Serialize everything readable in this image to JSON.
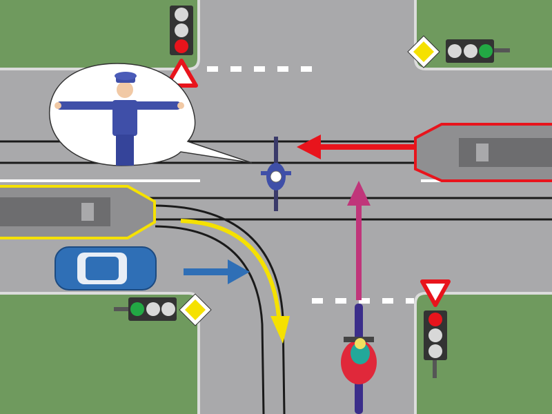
{
  "scene": {
    "type": "intersection-diagram",
    "colors": {
      "grass": "#6f9a5e",
      "road": "#a9a9ab",
      "curb": "#d8d8d8",
      "track": "#1a1a1a",
      "tram_highlight_red": "#e8141c",
      "tram_highlight_yellow": "#f5e100",
      "car": "#2f6fb6",
      "arrow_blue": "#2f6fb6",
      "arrow_red": "#e8141c",
      "arrow_magenta": "#c0357a"
    },
    "traffic_lights": [
      {
        "position": "top-left",
        "lit": "red"
      },
      {
        "position": "top-right",
        "lit": "green"
      },
      {
        "position": "bottom-left",
        "lit": "green"
      },
      {
        "position": "bottom-right",
        "lit": "red"
      }
    ],
    "signs": [
      {
        "position": "top-left",
        "icon": "give-way-triangle-icon"
      },
      {
        "position": "top-right",
        "icon": "priority-road-diamond-icon"
      },
      {
        "position": "bottom-left",
        "icon": "priority-road-diamond-icon"
      },
      {
        "position": "bottom-right",
        "icon": "give-way-inverted-triangle-icon"
      }
    ],
    "speech_bubble": {
      "content": "traffic-officer-arms-outstretched"
    }
  }
}
